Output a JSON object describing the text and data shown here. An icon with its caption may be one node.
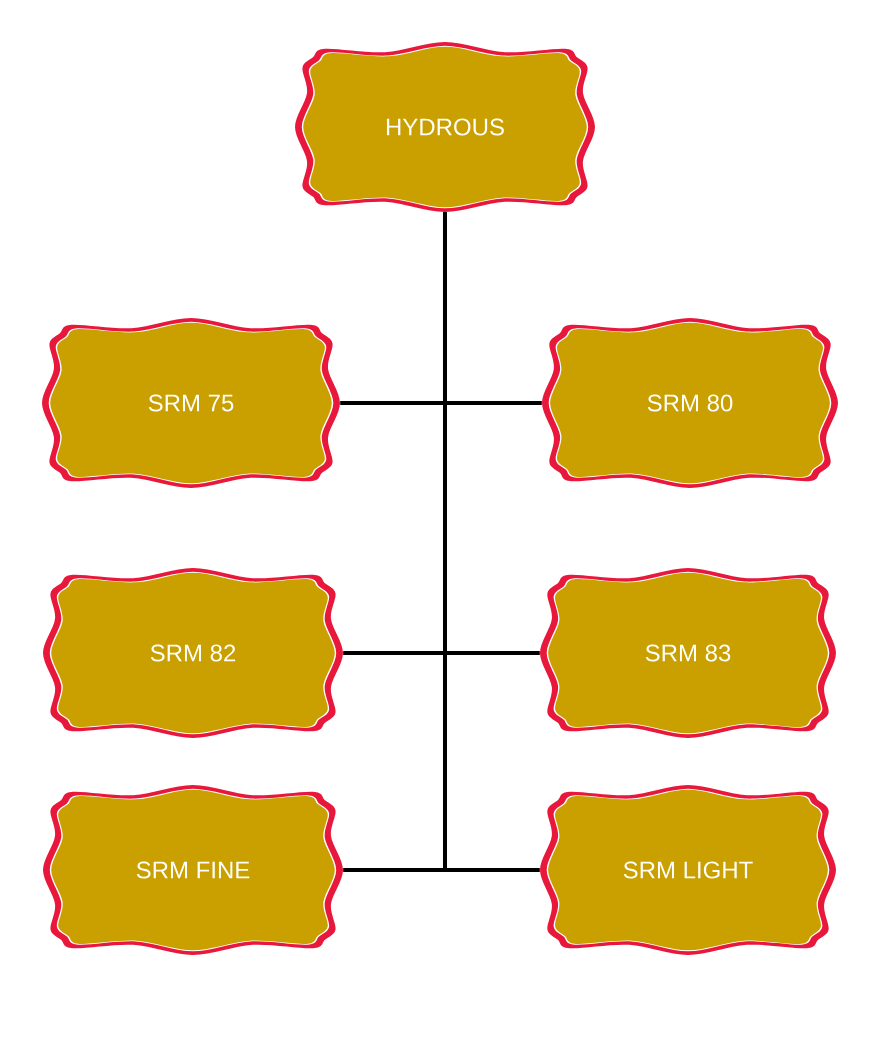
{
  "diagram": {
    "nodes": [
      {
        "text": [
          "HYDROUS"
        ]
      },
      {
        "text": [
          "SRM 75"
        ]
      },
      {
        "text": [
          "SRM 80"
        ]
      },
      {
        "text": [
          "SRM 82"
        ]
      },
      {
        "text": [
          "SRM 83"
        ]
      },
      {
        "text": [
          "SRM FINE"
        ]
      },
      {
        "text": [
          "SRM LIGHT"
        ]
      }
    ],
    "edges": [
      {
        "from": 0,
        "to": 1,
        "arrow": "none"
      },
      {
        "from": 0,
        "to": 2,
        "arrow": "none"
      },
      {
        "from": 0,
        "to": 3,
        "arrow": "none"
      },
      {
        "from": 0,
        "to": 4,
        "arrow": "none"
      },
      {
        "from": 0,
        "to": 5,
        "arrow": "none"
      },
      {
        "from": 0,
        "to": 6,
        "arrow": "none"
      }
    ]
  }
}
